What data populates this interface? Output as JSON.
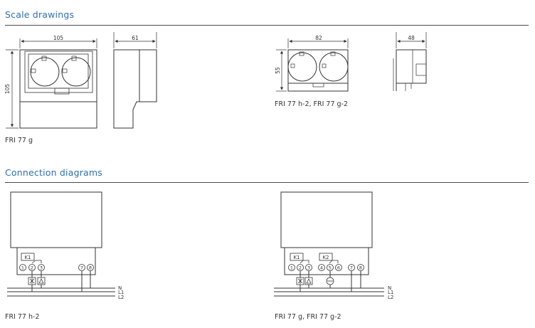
{
  "scale_section": {
    "heading": "Scale drawings",
    "dim_width_g": "105",
    "dim_height_g": "105",
    "dim_depth_g": "61",
    "dim_width_h2": "82",
    "dim_height_h2": "55",
    "dim_depth_h2": "48",
    "caption_left": "FRI 77 g",
    "caption_right": "FRI 77 h-2, FRI 77 g-2"
  },
  "connection_section": {
    "heading": "Connection diagrams",
    "relay_k1": "K1",
    "relay_k2": "K2",
    "terminals_left": [
      "1",
      "2",
      "3",
      "7",
      "8"
    ],
    "terminals_right": [
      "1",
      "2",
      "3",
      "4",
      "5",
      "6",
      "7",
      "8"
    ],
    "lines": [
      "N",
      "L1",
      "L2"
    ],
    "caption_left": "FRI 77 h-2",
    "caption_right": "FRI 77 g, FRI 77 g-2"
  }
}
